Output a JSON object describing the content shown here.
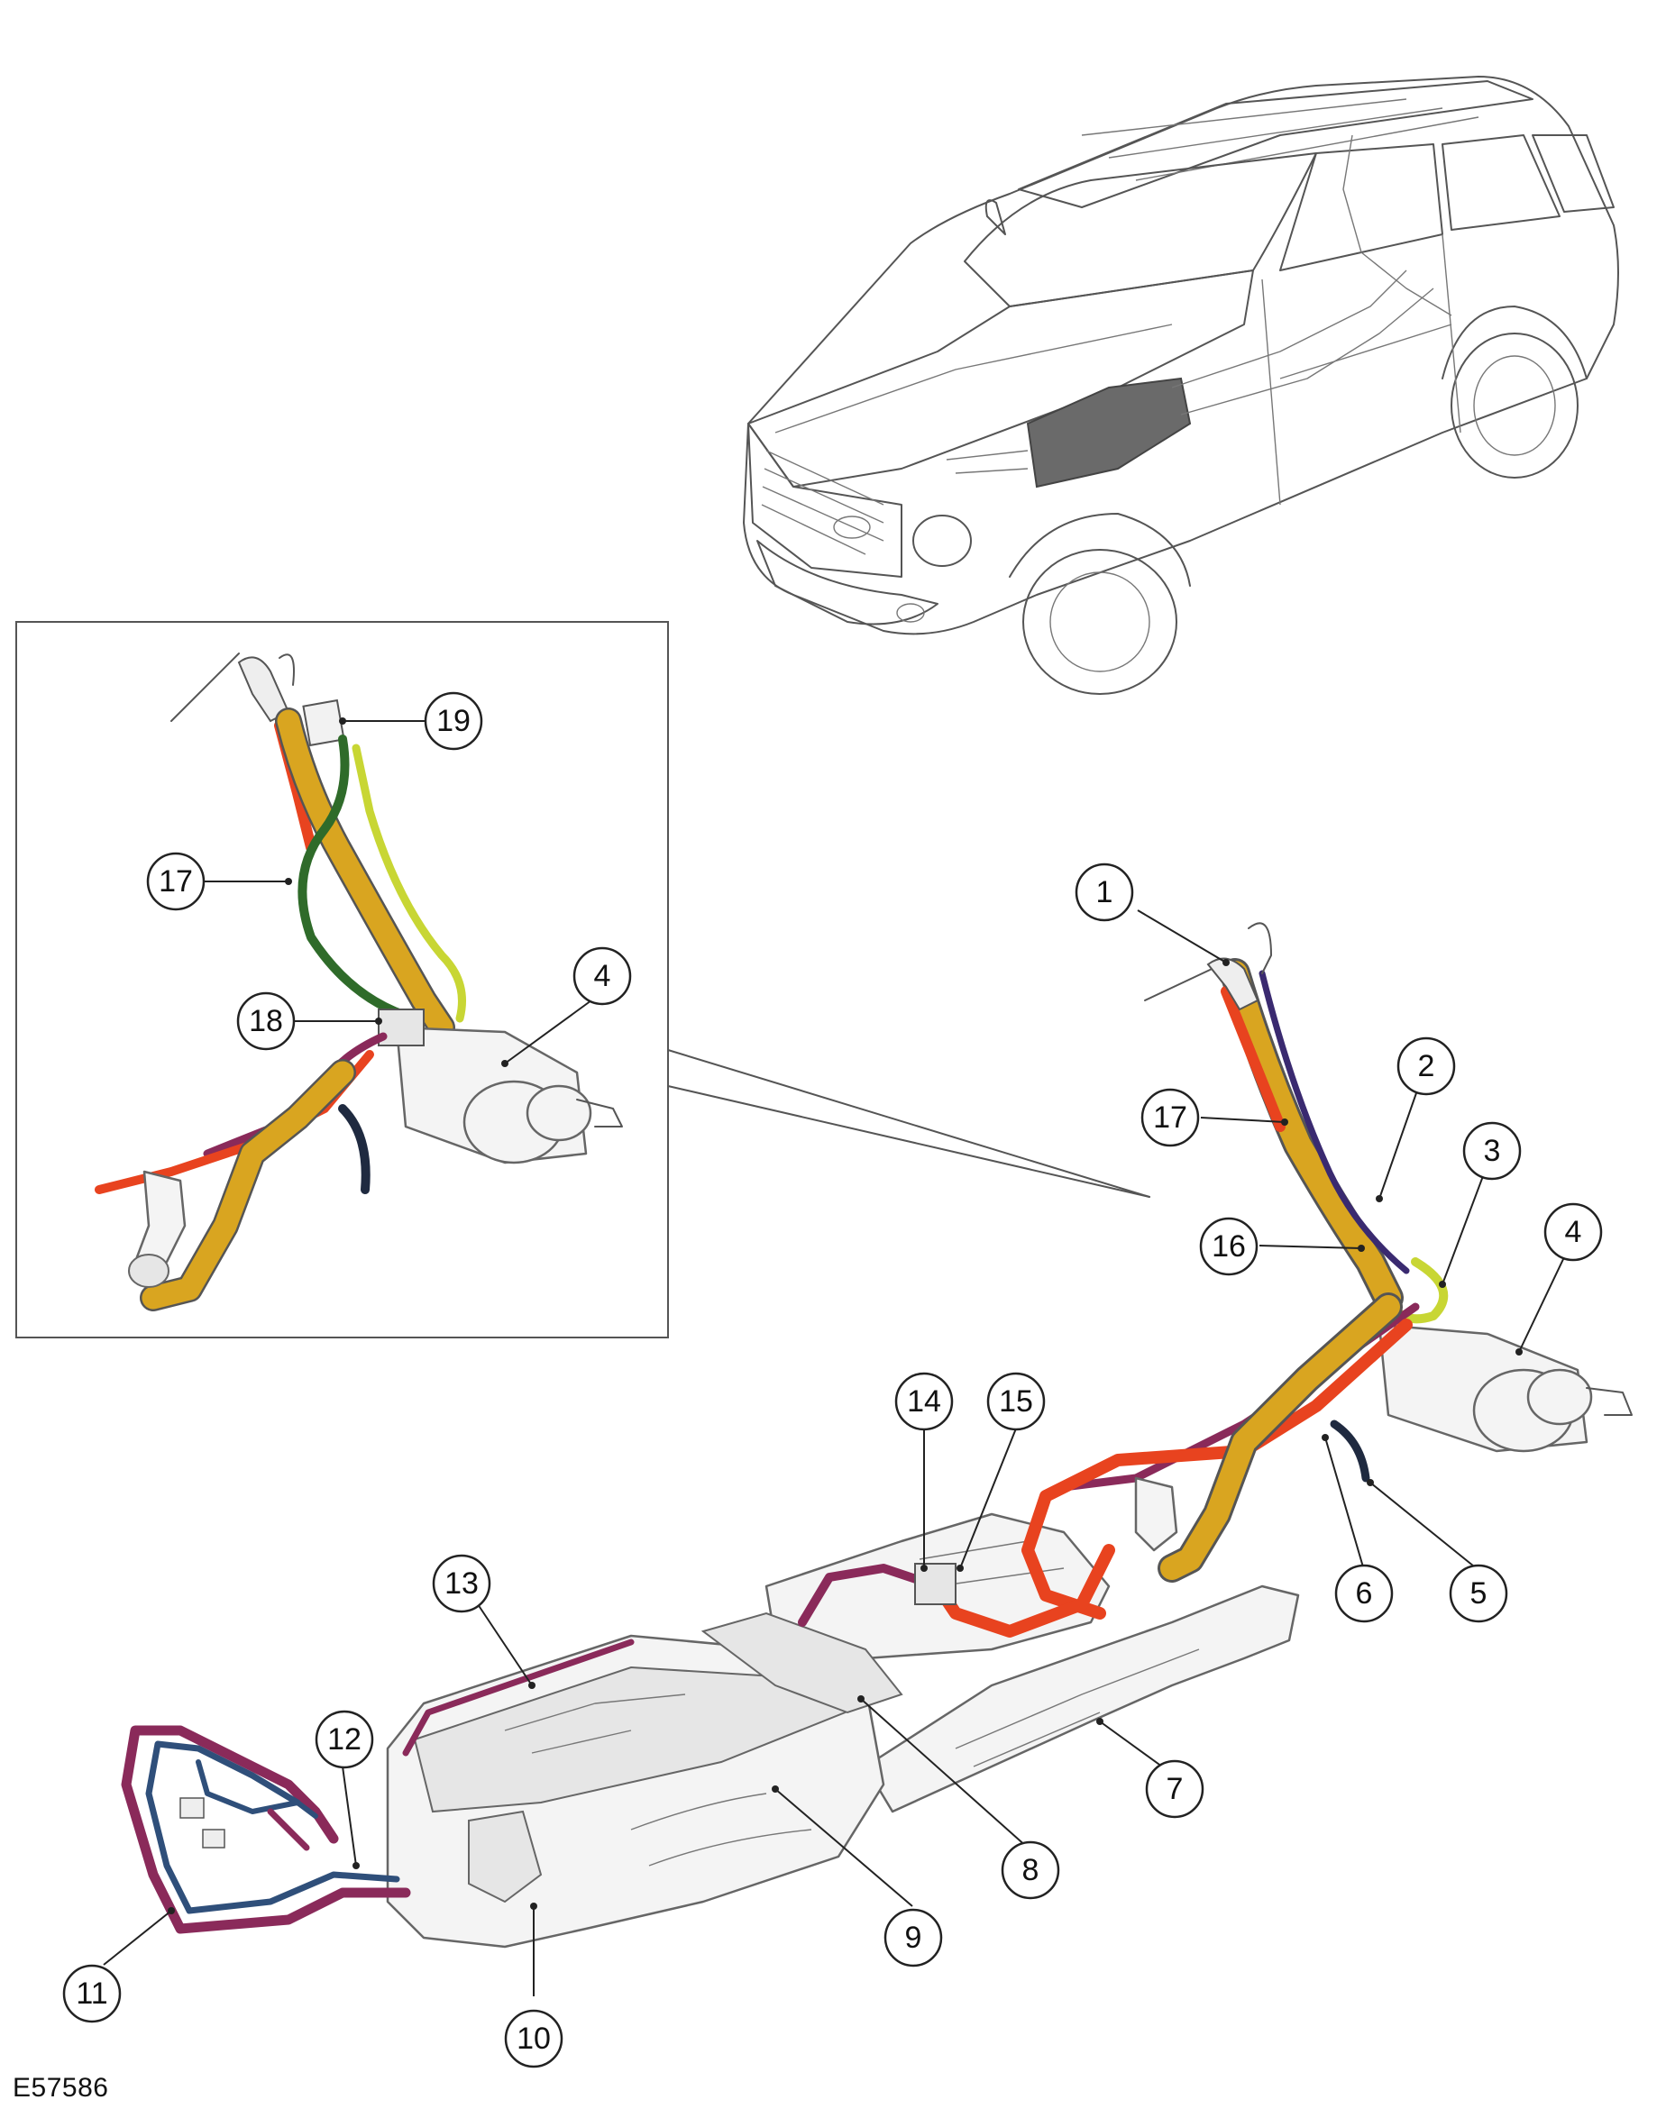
{
  "figure_id": "E57586",
  "callouts": [
    {
      "label": "1"
    },
    {
      "label": "2"
    },
    {
      "label": "3"
    },
    {
      "label": "4"
    },
    {
      "label": "5"
    },
    {
      "label": "6"
    },
    {
      "label": "7"
    },
    {
      "label": "8"
    },
    {
      "label": "9"
    },
    {
      "label": "10"
    },
    {
      "label": "11"
    },
    {
      "label": "12"
    },
    {
      "label": "13"
    },
    {
      "label": "14"
    },
    {
      "label": "15"
    },
    {
      "label": "16"
    },
    {
      "label": "17"
    },
    {
      "label": "19"
    },
    {
      "label": "17"
    },
    {
      "label": "18"
    },
    {
      "label": "4"
    }
  ],
  "colors": {
    "filler_pipe": "#d9a520",
    "feed_red": "#e8431f",
    "return_purple": "#8a2a5a",
    "vent_green": "#2f6b2a",
    "vent_lime": "#c8d634",
    "vapor_blue": "#2f4f7a",
    "outline": "#555555"
  }
}
